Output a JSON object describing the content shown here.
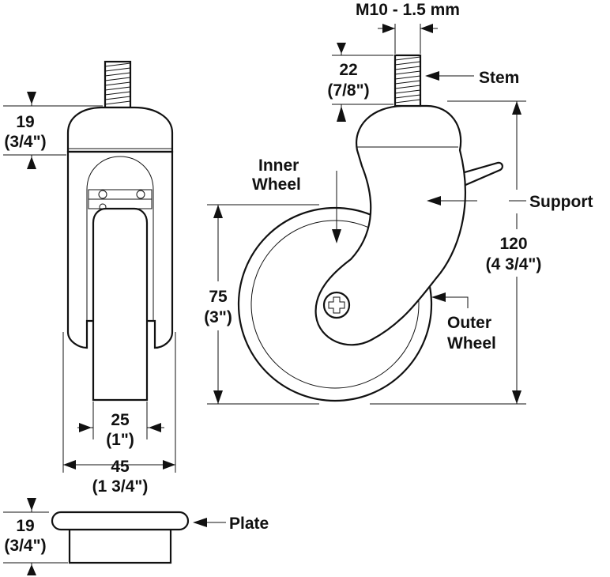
{
  "diagram": {
    "thread_spec": "M10 - 1.5 mm",
    "stem": {
      "label": "Stem",
      "height_mm": "22",
      "height_in": "(7/8\")"
    },
    "support": {
      "label": "Support"
    },
    "inner_wheel": {
      "line1": "Inner",
      "line2": "Wheel"
    },
    "outer_wheel": {
      "line1": "Outer",
      "line2": "Wheel"
    },
    "overall_height": {
      "mm": "120",
      "in": "(4 3/4\")"
    },
    "wheel_diameter": {
      "mm": "75",
      "in": "(3\")"
    },
    "top_height": {
      "mm": "19",
      "in": "(3/4\")"
    },
    "wheel_width": {
      "mm": "25",
      "in": "(1\")"
    },
    "overall_width": {
      "mm": "45",
      "in": "(1 3/4\")"
    },
    "plate": {
      "label": "Plate",
      "mm": "19",
      "in": "(3/4\")"
    }
  }
}
